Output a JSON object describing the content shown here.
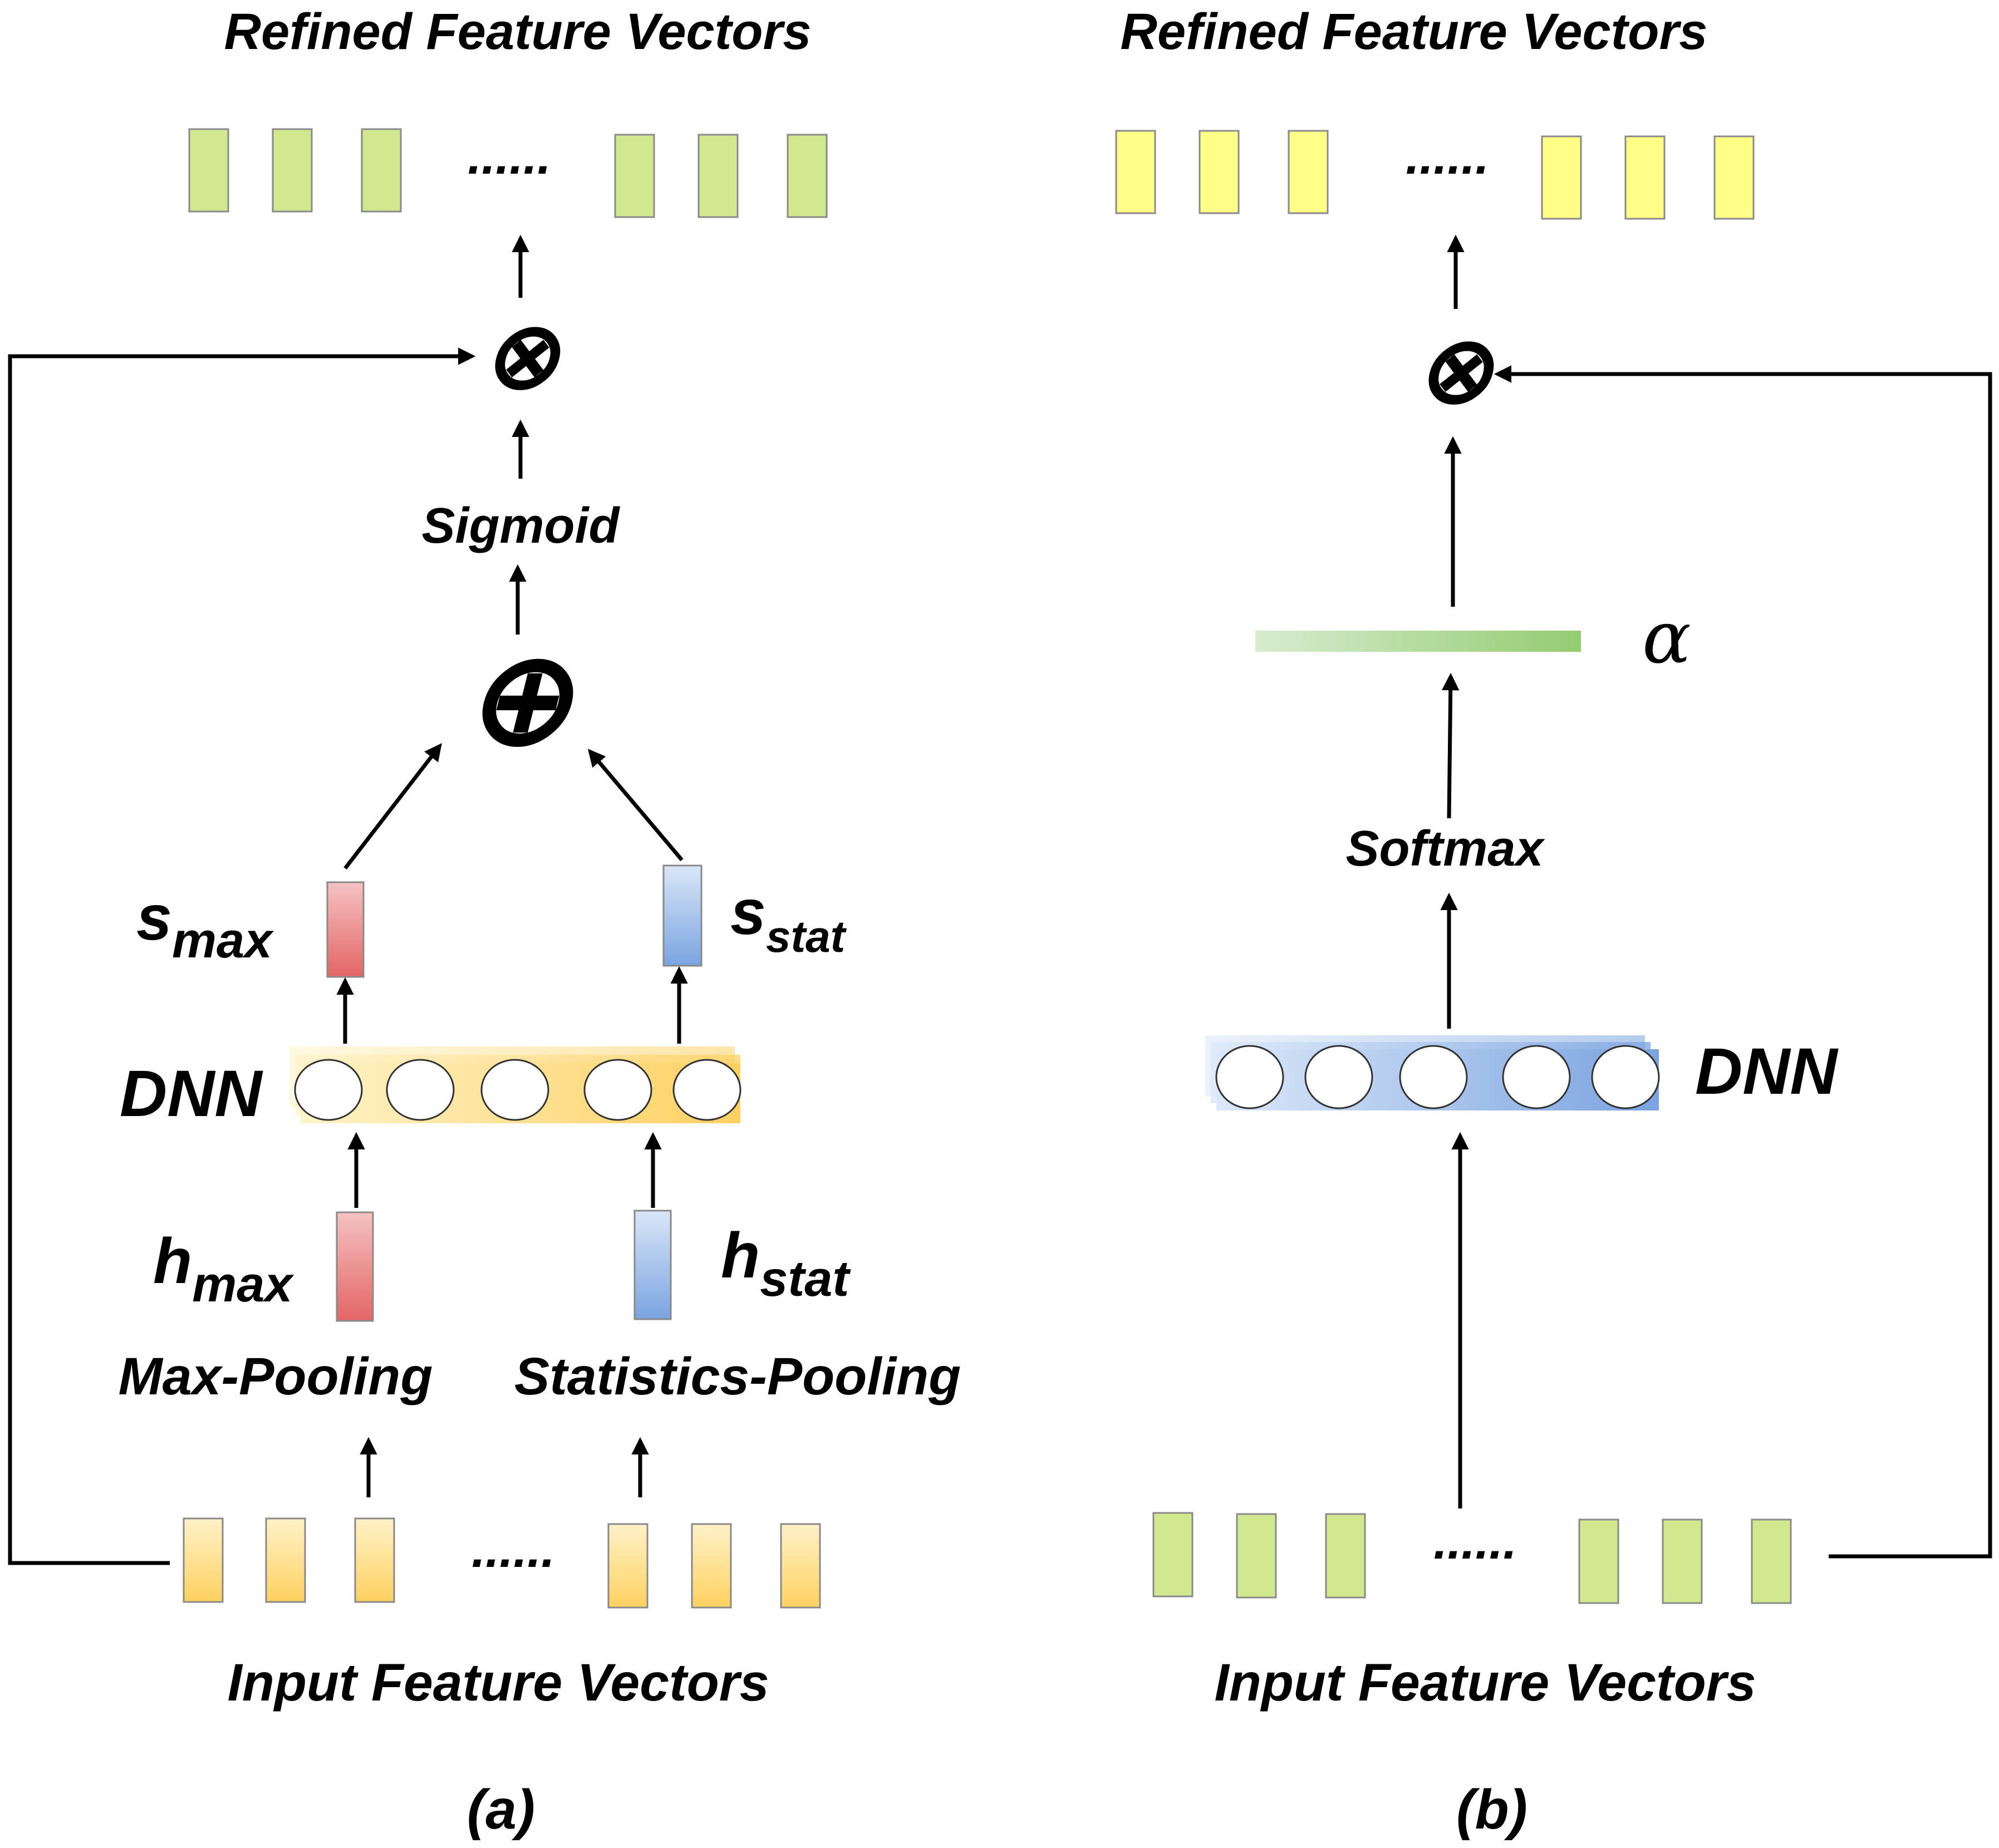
{
  "panel_a": {
    "title": "Refined Feature Vectors",
    "input_label": "Input Feature Vectors",
    "caption": "(a)",
    "dots": "......",
    "sigmoid": "Sigmoid",
    "dnn": "DNN",
    "s_max": {
      "base": "s",
      "sub": "max"
    },
    "s_stat": {
      "base": "s",
      "sub": "stat"
    },
    "h_max": {
      "base": "h",
      "sub": "max"
    },
    "h_stat": {
      "base": "h",
      "sub": "stat"
    },
    "max_pooling": "Max-Pooling",
    "stat_pooling": "Statistics-Pooling",
    "multiply_symbol": "⊗",
    "add_symbol": "⊕"
  },
  "panel_b": {
    "title": "Refined Feature Vectors",
    "input_label": "Input Feature Vectors",
    "caption": "(b)",
    "dots": "......",
    "softmax": "Softmax",
    "dnn": "DNN",
    "alpha": "α",
    "multiply_symbol": "⊗"
  },
  "colors": {
    "green_vector": "#d1e88f",
    "yellow_vector": "#ffff88",
    "input_yellow_top": "#fff2c8",
    "input_yellow_bottom": "#fed160",
    "red_top": "#f5c2c2",
    "red_bottom": "#e46565",
    "blue_top": "#dae6f8",
    "blue_bottom": "#7aa4e0",
    "alpha_bar_left": "#d8ecd0",
    "alpha_bar_right": "#93cc70"
  }
}
